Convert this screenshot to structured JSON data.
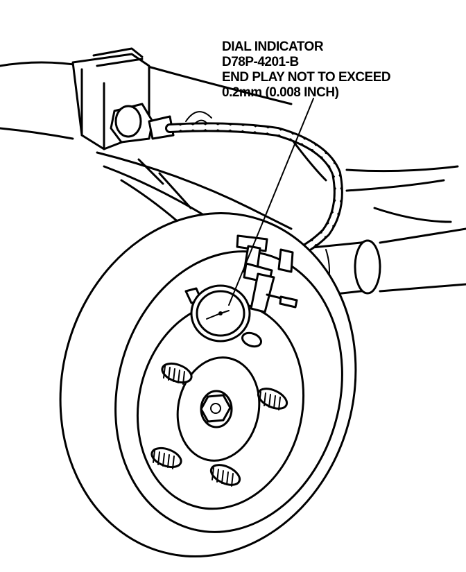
{
  "callout": {
    "line1": "DIAL INDICATOR",
    "line2": "D78P-4201-B",
    "line3": "END PLAY NOT TO EXCEED",
    "line4": "0.2mm (0.008 INCH)"
  },
  "colors": {
    "ink": "#000000",
    "paper": "#ffffff"
  }
}
